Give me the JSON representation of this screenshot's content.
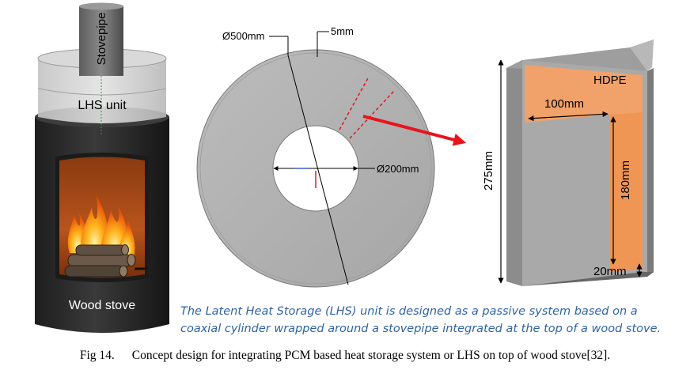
{
  "figure": {
    "stove": {
      "pipe_label": "Stovepipe",
      "lhs_label": "LHS unit",
      "stove_label": "Wood stove"
    },
    "ring": {
      "outer_dia": "Ø500mm",
      "thickness": "5mm",
      "inner_dia": "Ø200mm"
    },
    "section": {
      "material": "HDPE",
      "width": "100mm",
      "height": "180mm",
      "total_height": "275mm",
      "base": "20mm"
    },
    "description": [
      "The Latent Heat Storage (LHS) unit is designed as a passive system based on a",
      "coaxial cylinder wrapped around a stovepipe integrated at the top of a wood stove."
    ]
  },
  "caption": {
    "number": "Fig 14.",
    "text": "Concept design for integrating PCM based heat storage system or LHS on top of wood stove[32]."
  },
  "colors": {
    "stove_body": "#2b2b2b",
    "fire_window": "#b8541c",
    "ring_gray": "#b4b4b4",
    "pcm_orange": "#f4a066",
    "arrow_red": "#e8141c",
    "description_blue": "#2f63a6"
  }
}
